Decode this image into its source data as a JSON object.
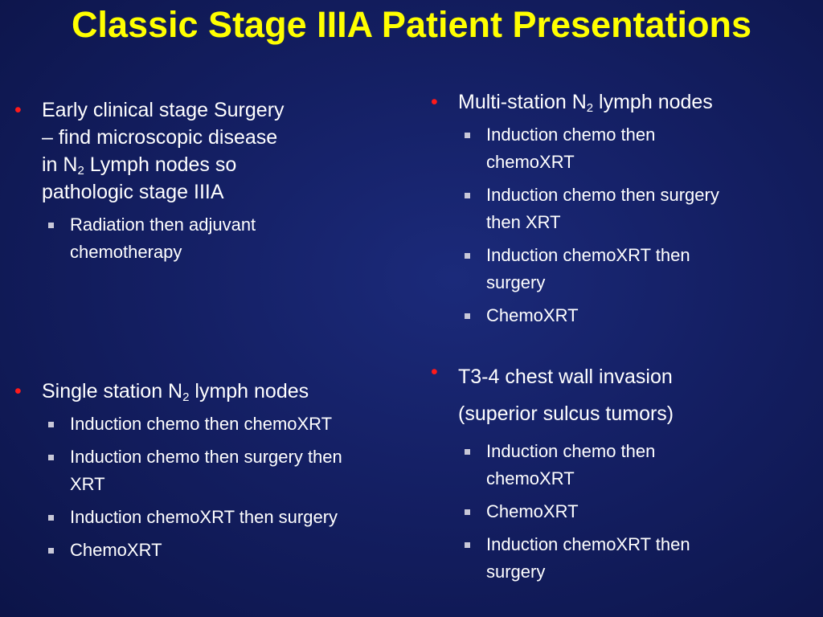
{
  "slide": {
    "title": "Classic Stage IIIA Patient Presentations"
  },
  "left_top": {
    "line1": "Early clinical stage Surgery",
    "line2": "– find microscopic disease",
    "line3_prefix": "in N",
    "line3_sub": "2",
    "line3_suffix": " Lymph nodes so",
    "line4": "pathologic stage IIIA",
    "subitems": [
      {
        "line1": "Radiation then adjuvant",
        "line2": "chemotherapy"
      }
    ]
  },
  "left_bottom": {
    "prefix": "Single station N",
    "sub": "2",
    "suffix": " lymph nodes",
    "subitems": [
      {
        "line1": "Induction chemo then chemoXRT",
        "line2": ""
      },
      {
        "line1": "Induction chemo then surgery then",
        "line2": "XRT"
      },
      {
        "line1": "Induction chemoXRT then surgery",
        "line2": ""
      },
      {
        "line1": "ChemoXRT",
        "line2": ""
      }
    ]
  },
  "right_top": {
    "prefix": "Multi-station N",
    "sub": "2",
    "suffix": " lymph nodes",
    "subitems": [
      {
        "line1": "Induction chemo then",
        "line2": "chemoXRT"
      },
      {
        "line1": "Induction chemo then surgery",
        "line2": "then XRT"
      },
      {
        "line1": "Induction chemoXRT then",
        "line2": "surgery"
      },
      {
        "line1": "ChemoXRT",
        "line2": ""
      }
    ]
  },
  "right_bottom": {
    "line1": "T3-4 chest wall invasion",
    "line2": "(superior sulcus tumors)",
    "subitems": [
      {
        "line1": "Induction chemo then",
        "line2": "chemoXRT"
      },
      {
        "line1": "ChemoXRT",
        "line2": ""
      },
      {
        "line1": "Induction chemoXRT then",
        "line2": "surgery"
      }
    ]
  },
  "colors": {
    "background": "#141f63",
    "title": "#ffff00",
    "bullet": "#ff1a1a",
    "text": "#ffffff"
  }
}
